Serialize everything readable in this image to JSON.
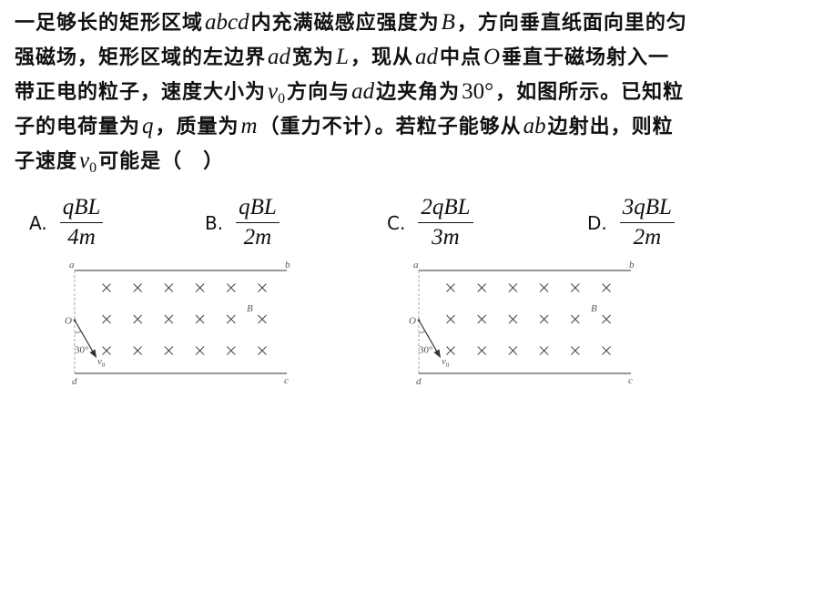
{
  "question": {
    "lines": [
      [
        {
          "t": "text",
          "v": "一足够长的矩形区域"
        },
        {
          "t": "math",
          "v": "abcd"
        },
        {
          "t": "text",
          "v": "内充满磁感应强度为"
        },
        {
          "t": "math",
          "v": "B"
        },
        {
          "t": "text",
          "v": "，方向垂直纸面向里的匀"
        }
      ],
      [
        {
          "t": "text",
          "v": "强磁场，矩形区域的左边界"
        },
        {
          "t": "math",
          "v": "ad"
        },
        {
          "t": "text",
          "v": "宽为"
        },
        {
          "t": "math",
          "v": "L"
        },
        {
          "t": "text",
          "v": "，现从"
        },
        {
          "t": "math",
          "v": "ad"
        },
        {
          "t": "text",
          "v": "中点"
        },
        {
          "t": "math",
          "v": "O"
        },
        {
          "t": "text",
          "v": "垂直于磁场射入一"
        }
      ],
      [
        {
          "t": "text",
          "v": "带正电的粒子，速度大小为"
        },
        {
          "t": "math",
          "v": "v",
          "sub": "0"
        },
        {
          "t": "text",
          "v": "方向与"
        },
        {
          "t": "math",
          "v": "ad"
        },
        {
          "t": "text",
          "v": "边夹角为"
        },
        {
          "t": "upright",
          "v": "30°"
        },
        {
          "t": "text",
          "v": "，如图所示。已知粒"
        }
      ],
      [
        {
          "t": "text",
          "v": "子的电荷量为"
        },
        {
          "t": "math",
          "v": "q"
        },
        {
          "t": "text",
          "v": "，质量为"
        },
        {
          "t": "math",
          "v": "m"
        },
        {
          "t": "text",
          "v": "（重力不计）。若粒子能够从"
        },
        {
          "t": "math",
          "v": "ab"
        },
        {
          "t": "text",
          "v": "边射出，则粒"
        }
      ],
      [
        {
          "t": "text",
          "v": "子速度"
        },
        {
          "t": "math",
          "v": "v",
          "sub": "0"
        },
        {
          "t": "text",
          "v": "可能是（　）"
        }
      ]
    ]
  },
  "options": [
    {
      "letter": "A.",
      "numerator": "qBL",
      "denominator": "4m"
    },
    {
      "letter": "B.",
      "numerator": "qBL",
      "denominator": "2m"
    },
    {
      "letter": "C.",
      "numerator": "2qBL",
      "denominator": "3m"
    },
    {
      "letter": "D.",
      "numerator": "3qBL",
      "denominator": "2m"
    }
  ],
  "diagram": {
    "corner_labels": {
      "a": "a",
      "b": "b",
      "c": "c",
      "d": "d"
    },
    "origin_label": "O",
    "field_label": "B",
    "angle_label": "30°",
    "velocity_label": "v",
    "velocity_sub": "0",
    "angle_deg": 30,
    "field_symbol": "×",
    "field_rows": 3,
    "field_cols": 6,
    "colors": {
      "boundary": "#777777",
      "dashed": "#aaaaaa",
      "arrow": "#333333",
      "cross": "#444444"
    }
  }
}
